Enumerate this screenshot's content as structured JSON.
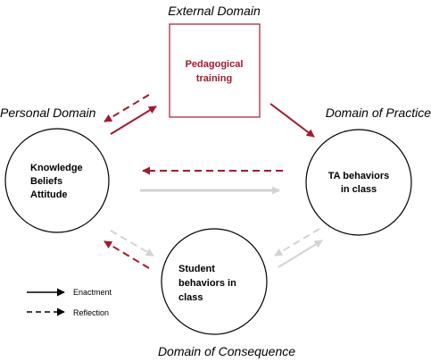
{
  "colors": {
    "accent_red": "#a3192e",
    "light_gray": "#d3d3d3",
    "black": "#000000"
  },
  "domains": {
    "external": "External Domain",
    "personal": "Personal Domain",
    "practice": "Domain of Practice",
    "consequence": "Domain of Consequence"
  },
  "nodes": {
    "pedagogical": {
      "line1": "Pedagogical",
      "line2": "training"
    },
    "knowledge": {
      "line1": "Knowledge",
      "line2": "Beliefs",
      "line3": "Attitude"
    },
    "ta": {
      "line1": "TA behaviors",
      "line2": "in class"
    },
    "student": {
      "line1": "Student",
      "line2": "behaviors in",
      "line3": "class"
    }
  },
  "legend": {
    "enactment": "Enactment",
    "reflection": "Reflection"
  }
}
